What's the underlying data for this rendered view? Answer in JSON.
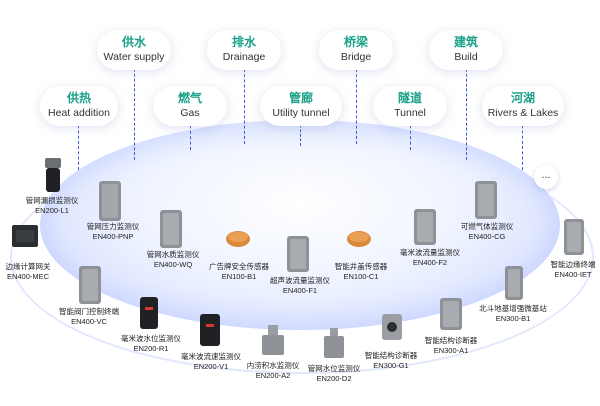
{
  "bubbles": [
    {
      "cn": "供水",
      "en": "Water supply"
    },
    {
      "cn": "排水",
      "en": "Drainage"
    },
    {
      "cn": "桥梁",
      "en": "Bridge"
    },
    {
      "cn": "建筑",
      "en": "Build"
    },
    {
      "cn": "供热",
      "en": "Heat addition"
    },
    {
      "cn": "燃气",
      "en": "Gas"
    },
    {
      "cn": "管廊",
      "en": "Utility tunnel"
    },
    {
      "cn": "隧道",
      "en": "Tunnel"
    },
    {
      "cn": "河湖",
      "en": "Rivers & Lakes"
    }
  ],
  "more": "...",
  "devices": [
    {
      "name": "管网漏损监测仪",
      "model": "EN200-L1"
    },
    {
      "name": "管网压力监测仪",
      "model": "EN400-PNP"
    },
    {
      "name": "边缘计算网关",
      "model": "EN400-MEC"
    },
    {
      "name": "管网水质监测仪",
      "model": "EN400-WQ"
    },
    {
      "name": "广告牌安全传感器",
      "model": "EN100-B1"
    },
    {
      "name": "超声波流量监测仪",
      "model": "EN400-F1"
    },
    {
      "name": "智能井盖传感器",
      "model": "EN100-C1"
    },
    {
      "name": "毫米波流量监测仪",
      "model": "EN400-F2"
    },
    {
      "name": "可燃气体监测仪",
      "model": "EN400-CG"
    },
    {
      "name": "智能边缘终端",
      "model": "EN400-IET"
    },
    {
      "name": "智能阀门控制终端",
      "model": "EN400-VC"
    },
    {
      "name": "北斗地基增强微基站",
      "model": "EN300-B1"
    },
    {
      "name": "毫米波水位监测仪",
      "model": "EN200-R1"
    },
    {
      "name": "毫米波流速监测仪",
      "model": "EN200-V1"
    },
    {
      "name": "智能结构诊断器",
      "model": "EN300-A1"
    },
    {
      "name": "内涝积水监测仪",
      "model": "EN200-A2"
    },
    {
      "name": "管网水位监测仪",
      "model": "EN200-D2"
    },
    {
      "name": "智能结构诊断器",
      "model": "EN300-G1"
    }
  ],
  "colors": {
    "accent": "#1aa089",
    "line": "#3b5bdb",
    "device_gray": "#8a8d92",
    "cover_orange": "#d9893a"
  }
}
